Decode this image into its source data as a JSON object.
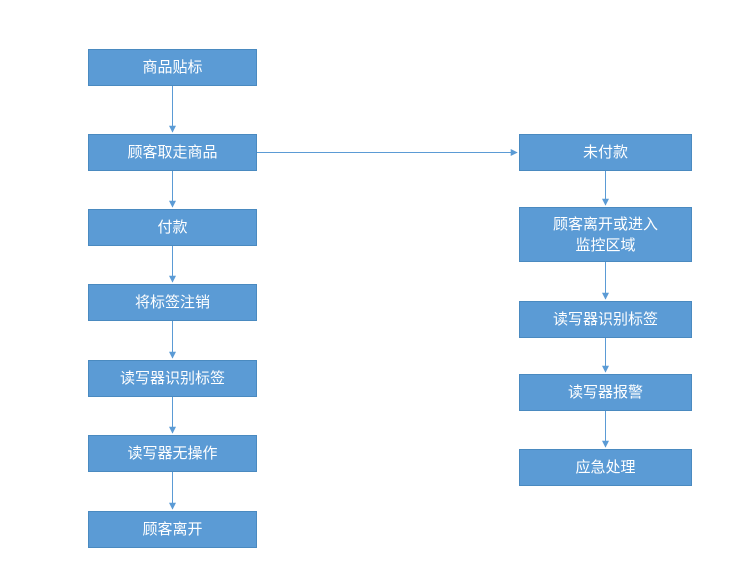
{
  "diagram": {
    "type": "flowchart",
    "colors": {
      "node_fill": "#5B9BD5",
      "node_border": "#4A8AC0",
      "arrow": "#5B9BD5",
      "text": "#FFFFFF"
    },
    "left_flow": {
      "nodes": [
        {
          "label": "商品贴标"
        },
        {
          "label": "顾客取走商品"
        },
        {
          "label": "付款"
        },
        {
          "label": "将标签注销"
        },
        {
          "label": "读写器识别标签"
        },
        {
          "label": "读写器无操作"
        },
        {
          "label": "顾客离开"
        }
      ]
    },
    "right_flow": {
      "nodes": [
        {
          "label": "未付款"
        },
        {
          "label": "顾客离开或进入\n监控区域"
        },
        {
          "label": "读写器识别标签"
        },
        {
          "label": "读写器报警"
        },
        {
          "label": "应急处理"
        }
      ]
    },
    "edges": [
      "left.0->left.1",
      "left.1->left.2",
      "left.2->left.3",
      "left.3->left.4",
      "left.4->left.5",
      "left.5->left.6",
      "left.1->right.0",
      "right.0->right.1",
      "right.1->right.2",
      "right.2->right.3",
      "right.3->right.4"
    ]
  }
}
